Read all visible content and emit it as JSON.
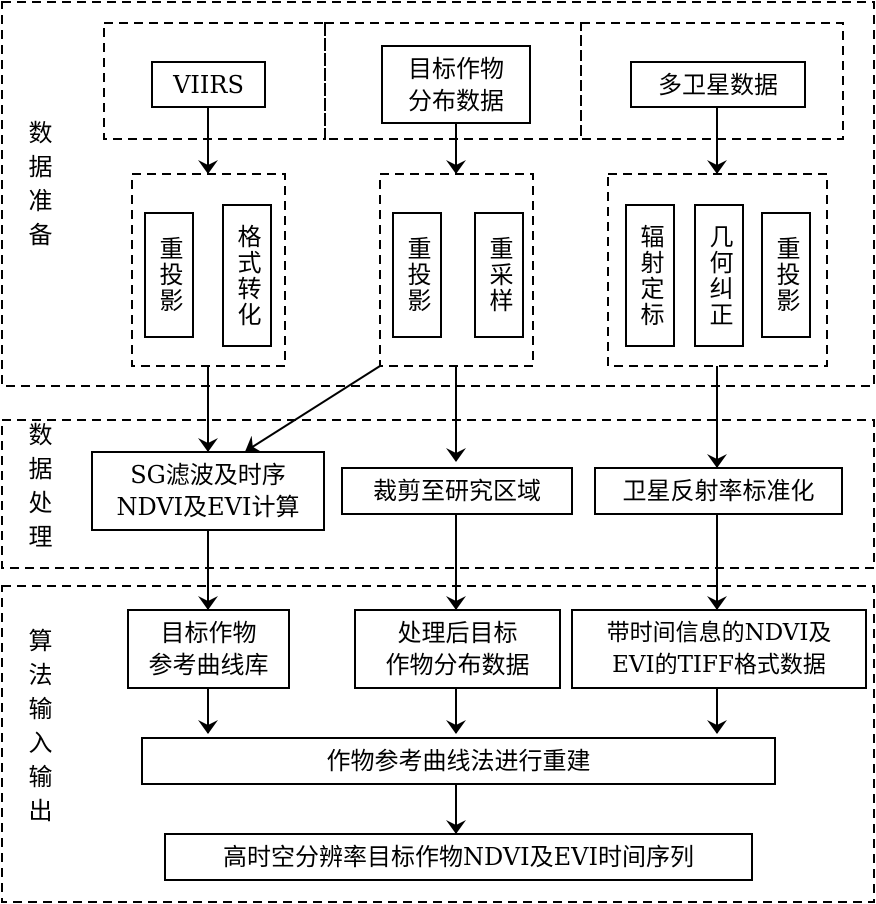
{
  "sections": {
    "prep": {
      "label": "数据准备"
    },
    "process": {
      "label": "数据处理"
    },
    "io": {
      "label": "算法输入输出"
    }
  },
  "sources": {
    "viirs": "VIIRS",
    "crop_dist": "目标作物\n分布数据",
    "multi_sat": "多卫星数据"
  },
  "prep_steps": {
    "viirs": [
      "重投影",
      "格式转化"
    ],
    "crop_dist": [
      "重投影",
      "重采样"
    ],
    "multi_sat": [
      "辐射定标",
      "几何纠正",
      "重投影"
    ]
  },
  "process_steps": {
    "sg_filter": "SG滤波及时序\nNDVI及EVI计算",
    "clip": "裁剪至研究区域",
    "normalize": "卫星反射率标准化"
  },
  "io_inputs": {
    "ref_curve_lib": "目标作物\n参考曲线库",
    "processed_dist": "处理后目标\n作物分布数据",
    "tiff_data": "带时间信息的NDVI及\nEVI的TIFF格式数据"
  },
  "reconstruction": "作物参考曲线法进行重建",
  "output": "高时空分辨率目标作物NDVI及EVI时间序列",
  "colors": {
    "line": "#000000",
    "background": "#ffffff"
  }
}
